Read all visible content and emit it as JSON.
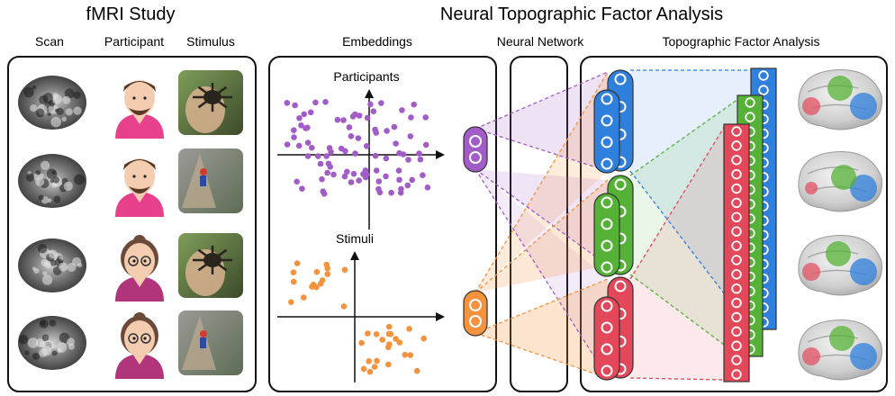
{
  "headers": {
    "fmri_study": "fMRI Study",
    "ntfa": "Neural Topographic Factor Analysis"
  },
  "columns": {
    "scan": "Scan",
    "participant": "Participant",
    "stimulus": "Stimulus",
    "embeddings": "Embeddings",
    "neural_network": "Neural Network",
    "tfa": "Topographic Factor Analysis"
  },
  "plots": {
    "participants_label": "Participants",
    "stimuli_label": "Stimuli"
  },
  "colors": {
    "purple": "#a25cc8",
    "orange": "#f5923e",
    "blue": "#2f7fdc",
    "green": "#55b236",
    "red": "#e2485a",
    "skin": "#f4cdb0",
    "pink_shirt": "#e8418b",
    "magenta_shirt": "#b0357a",
    "beard": "#5a3b2a",
    "hair_female": "#6b4a3a"
  },
  "rows": [
    {
      "participant": "male",
      "stimulus": "spider"
    },
    {
      "participant": "male",
      "stimulus": "climber"
    },
    {
      "participant": "female",
      "stimulus": "spider"
    },
    {
      "participant": "female",
      "stimulus": "climber"
    }
  ],
  "icons": [
    "brain-scan-icon",
    "participant-avatar-icon",
    "spider-photo-icon",
    "climber-photo-icon",
    "brain-render-icon"
  ]
}
